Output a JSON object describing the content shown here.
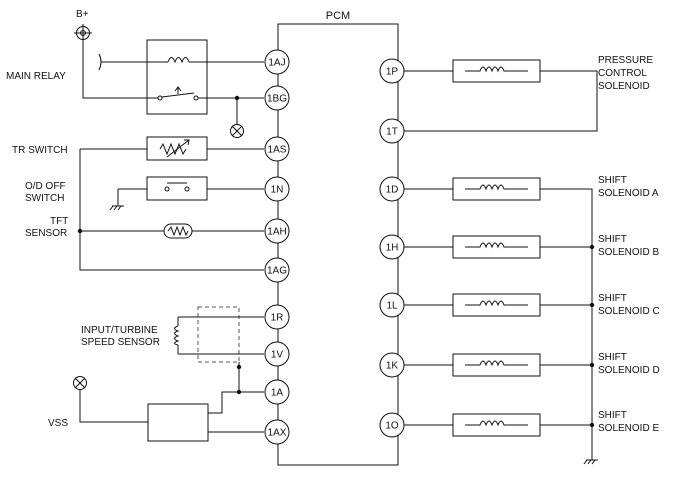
{
  "pcm": {
    "title": "PCM"
  },
  "power": {
    "label": "B+"
  },
  "left_labels": {
    "main_relay": "MAIN RELAY",
    "tr_switch": "TR SWITCH",
    "od_off_1": "O/D OFF",
    "od_off_2": "SWITCH",
    "tft_1": "TFT",
    "tft_2": "SENSOR",
    "input_1": "INPUT/TURBINE",
    "input_2": "SPEED SENSOR",
    "vss": "VSS"
  },
  "right_labels": {
    "pcs_1": "PRESSURE",
    "pcs_2": "CONTROL",
    "pcs_3": "SOLENOID",
    "ssa_1": "SHIFT",
    "ssa_2": "SOLENOID A",
    "ssb_1": "SHIFT",
    "ssb_2": "SOLENOID B",
    "ssc_1": "SHIFT",
    "ssc_2": "SOLENOID C",
    "ssd_1": "SHIFT",
    "ssd_2": "SOLENOID D",
    "sse_1": "SHIFT",
    "sse_2": "SOLENOID E"
  },
  "left_pins": [
    "1AJ",
    "1BG",
    "1AS",
    "1N",
    "1AH",
    "1AG",
    "1R",
    "1V",
    "1A",
    "1AX"
  ],
  "right_pins": [
    "1P",
    "1T",
    "1D",
    "1H",
    "1L",
    "1K",
    "1O"
  ]
}
